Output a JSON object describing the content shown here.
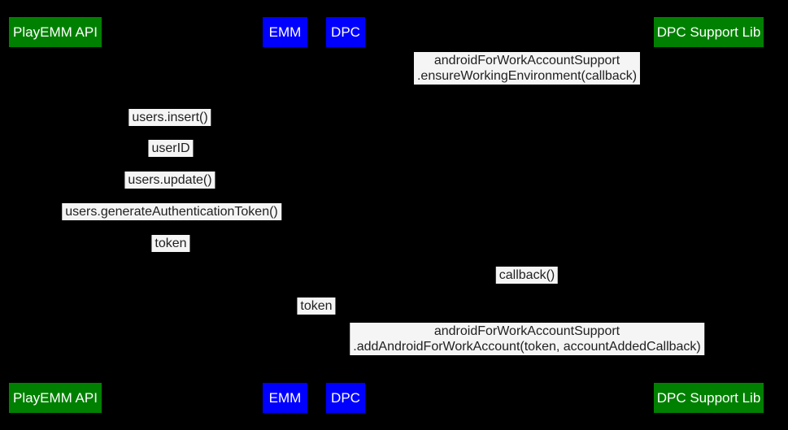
{
  "colors": {
    "actor_green": "#008000",
    "actor_blue": "#0000ff",
    "label_bg": "#f5f5f5",
    "label_text": "#212121",
    "actor_text": "#ffffff",
    "background": "#000000"
  },
  "actors": [
    {
      "id": "playemm-api",
      "label": "PlayEMM API",
      "color": "#008000"
    },
    {
      "id": "emm",
      "label": "EMM",
      "color": "#0000ff"
    },
    {
      "id": "dpc",
      "label": "DPC",
      "color": "#0000ff"
    },
    {
      "id": "dpc-support-lib",
      "label": "DPC Support Lib",
      "color": "#008000"
    }
  ],
  "messages": [
    {
      "lines": [
        "androidForWorkAccountSupport",
        ".ensureWorkingEnvironment(callback)"
      ]
    },
    {
      "lines": [
        "users.insert()"
      ]
    },
    {
      "lines": [
        "userID"
      ]
    },
    {
      "lines": [
        "users.update()"
      ]
    },
    {
      "lines": [
        "users.generateAuthenticationToken()"
      ]
    },
    {
      "lines": [
        "token"
      ]
    },
    {
      "lines": [
        "callback()"
      ]
    },
    {
      "lines": [
        "token"
      ]
    },
    {
      "lines": [
        "androidForWorkAccountSupport",
        ".addAndroidForWorkAccount(token, accountAddedCallback)"
      ]
    }
  ]
}
